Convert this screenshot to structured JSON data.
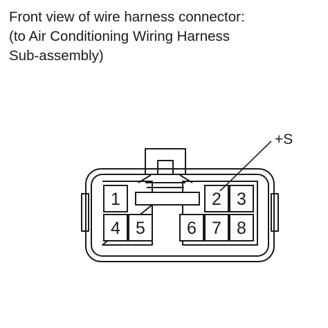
{
  "caption": {
    "line1": "Front view of wire harness connector:",
    "line2": "(to Air Conditioning Wiring Harness",
    "line3": "Sub-assembly)"
  },
  "connector": {
    "pins": [
      {
        "id": "pin-1",
        "label": "1"
      },
      {
        "id": "pin-2",
        "label": "2"
      },
      {
        "id": "pin-3",
        "label": "3"
      },
      {
        "id": "pin-4",
        "label": "4"
      },
      {
        "id": "pin-5",
        "label": "5"
      },
      {
        "id": "pin-6",
        "label": "6"
      },
      {
        "id": "pin-7",
        "label": "7"
      },
      {
        "id": "pin-8",
        "label": "8"
      }
    ],
    "callout": {
      "label": "+S",
      "pin": "2"
    }
  }
}
